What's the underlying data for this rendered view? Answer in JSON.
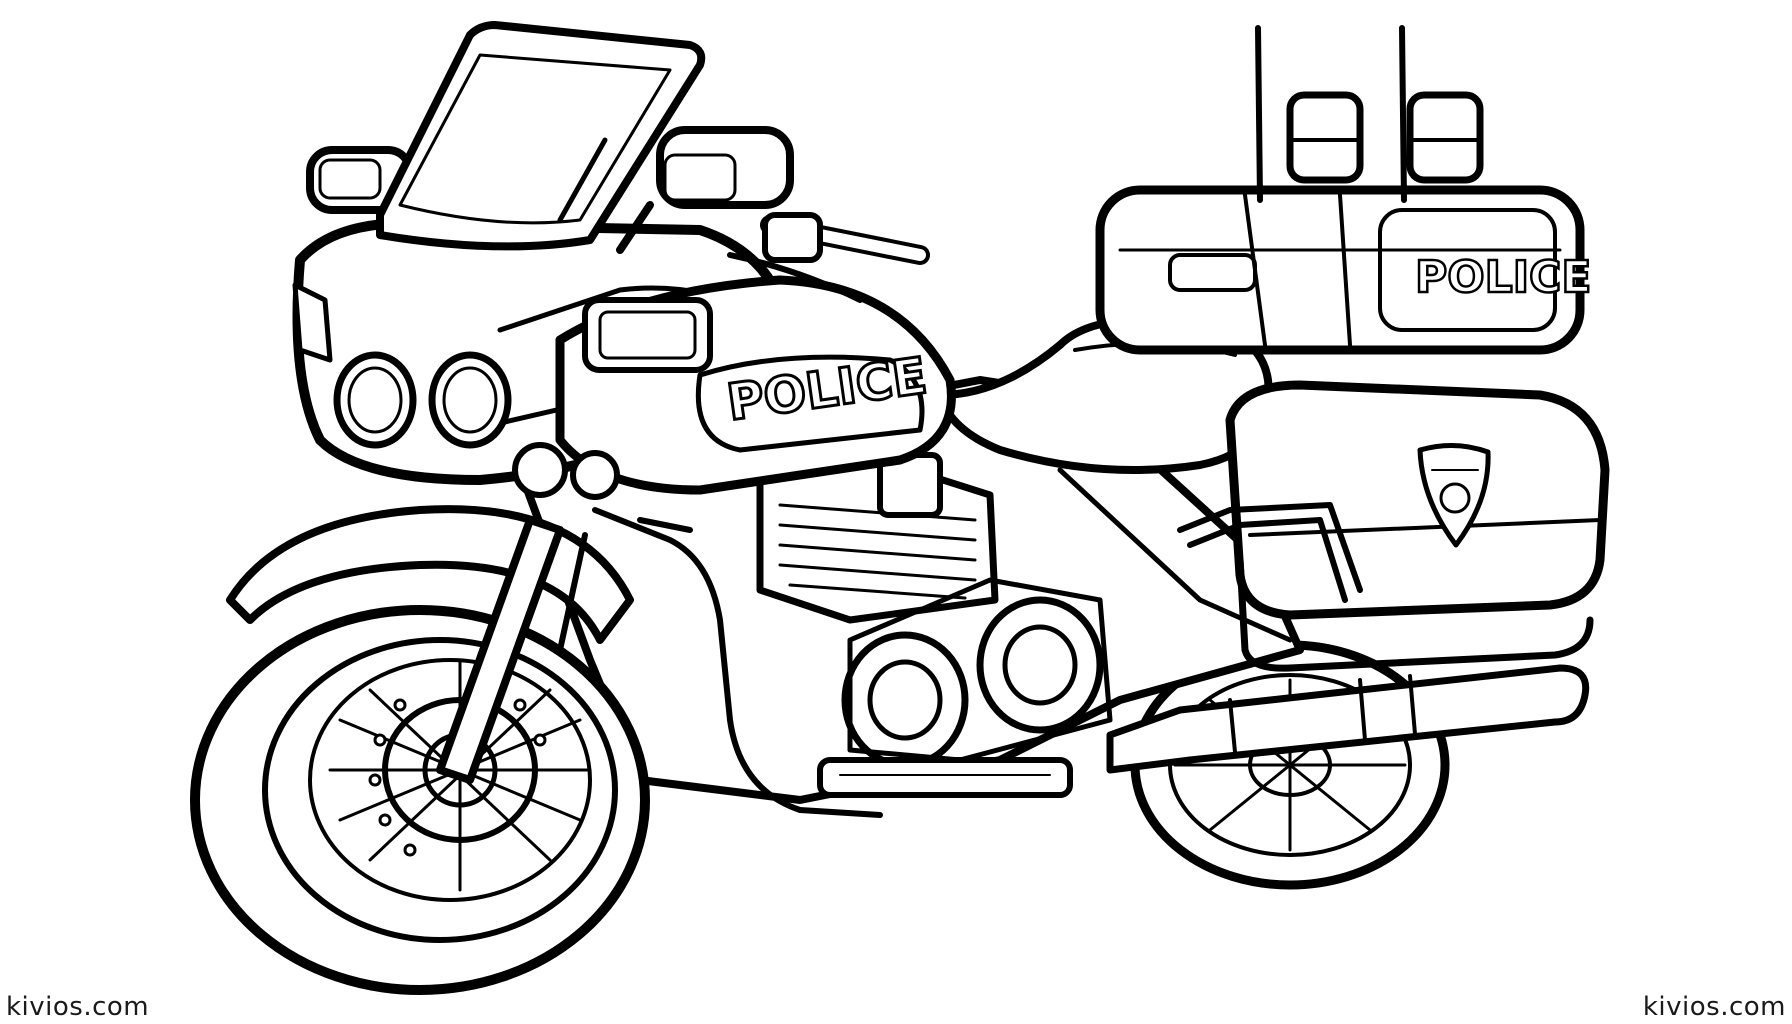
{
  "watermark": {
    "left": "kivios.com",
    "right": "kivios.com"
  },
  "tank_label": "POLICE",
  "trunk_label": "POLICE",
  "badge": {
    "icon": "police-badge-icon"
  },
  "colors": {
    "ink": "#000000",
    "paper": "#ffffff",
    "shade": "#ededed"
  }
}
